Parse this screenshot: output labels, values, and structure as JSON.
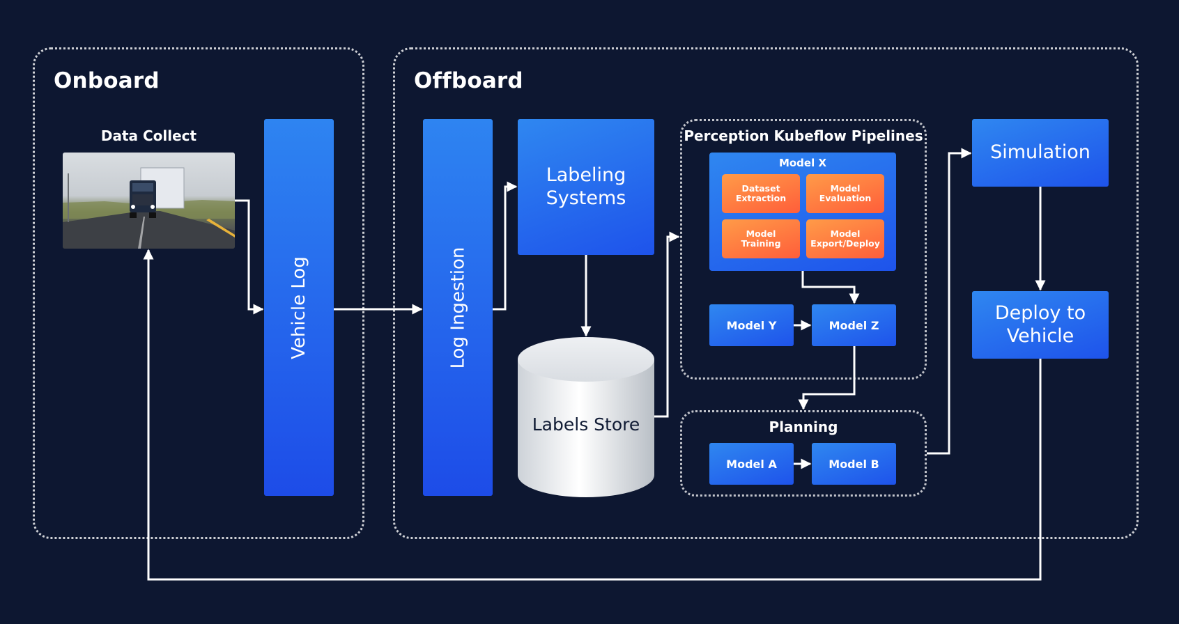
{
  "regions": {
    "onboard": "Onboard",
    "offboard": "Offboard"
  },
  "data_collect": {
    "label": "Data Collect",
    "image_icon": "truck-on-highway-photo"
  },
  "nodes": {
    "vehicle_log": "Vehicle Log",
    "log_ingestion": "Log Ingestion",
    "labeling_systems": "Labeling Systems",
    "labels_store": "Labels Store",
    "simulation": "Simulation",
    "deploy_to_vehicle": "Deploy to Vehicle"
  },
  "perception": {
    "title": "Perception Kubeflow Pipelines",
    "model_x": {
      "title": "Model X",
      "steps": [
        "Dataset Extraction",
        "Model Evaluation",
        "Model Training",
        "Model Export/Deploy"
      ]
    },
    "model_y": "Model Y",
    "model_z": "Model Z"
  },
  "planning": {
    "title": "Planning",
    "model_a": "Model A",
    "model_b": "Model B"
  },
  "colors": {
    "background": "#0d1731",
    "node_blue": "#1e53eb",
    "node_blue_light": "#2f87f0",
    "step_orange": "#ff7040",
    "connector": "#ffffff"
  }
}
